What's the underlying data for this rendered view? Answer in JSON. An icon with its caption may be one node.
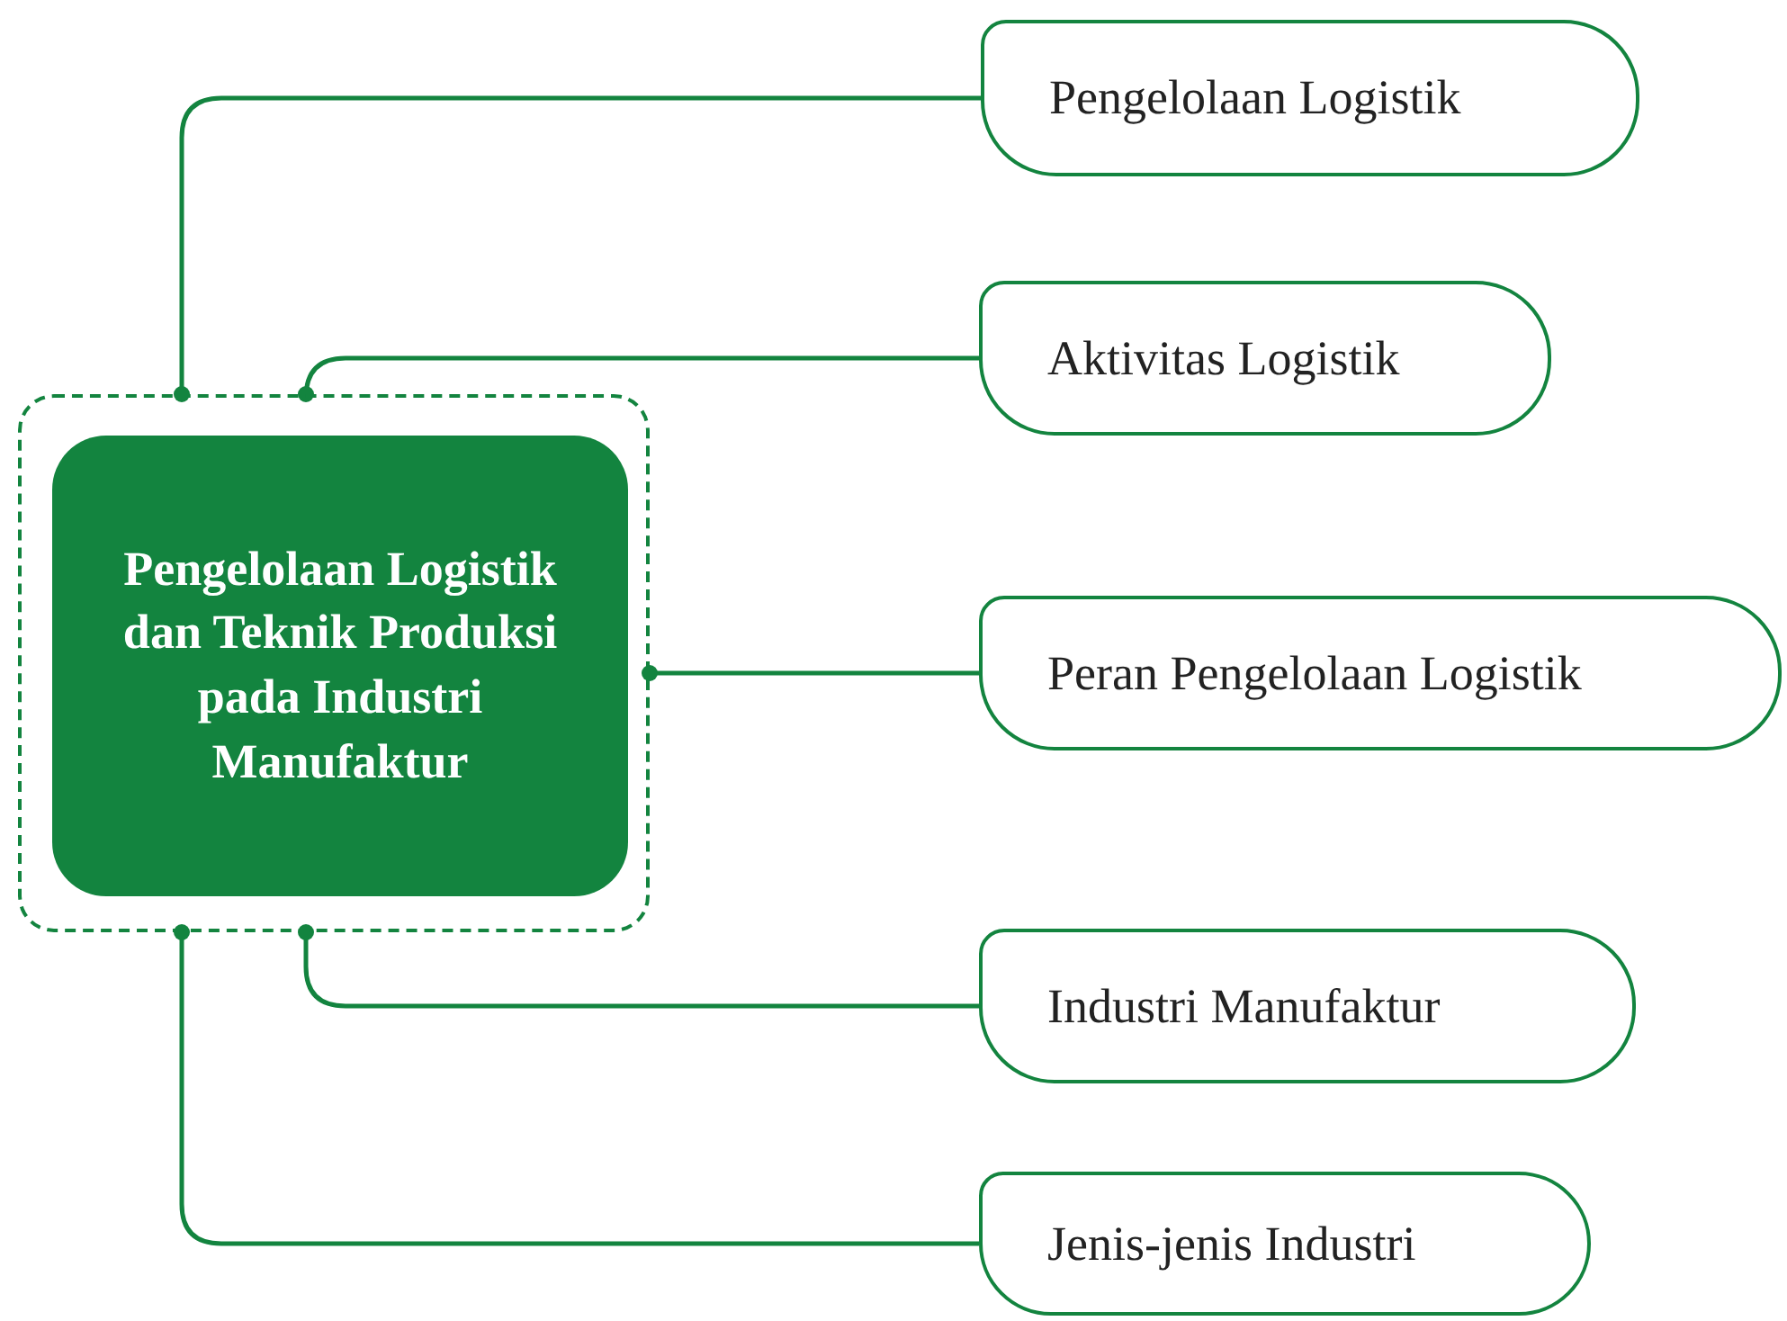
{
  "diagram": {
    "nodes": [
      {
        "text": [],
        "shape": "box"
      },
      {
        "text": [
          "Pengelolaan Logistik dan Teknik Produksi pada Industri Manufaktur"
        ],
        "in": 0
      },
      {
        "text": [
          "Pengelolaan Logistik"
        ]
      },
      {
        "text": [
          "Aktivitas Logistik"
        ]
      },
      {
        "text": [
          "Peran Pengelolaan Logistik"
        ]
      },
      {
        "text": [
          "Industri Manufaktur"
        ]
      },
      {
        "text": [
          "Jenis-jenis Industri"
        ]
      }
    ],
    "edges": [
      {
        "from": 0,
        "to": 2,
        "arrow": "other"
      },
      {
        "from": 0,
        "to": 3,
        "arrow": "other"
      },
      {
        "from": 0,
        "to": 4,
        "arrow": "other"
      },
      {
        "from": 0,
        "to": 5,
        "arrow": "other"
      },
      {
        "from": 0,
        "to": 6,
        "arrow": "other"
      }
    ]
  }
}
